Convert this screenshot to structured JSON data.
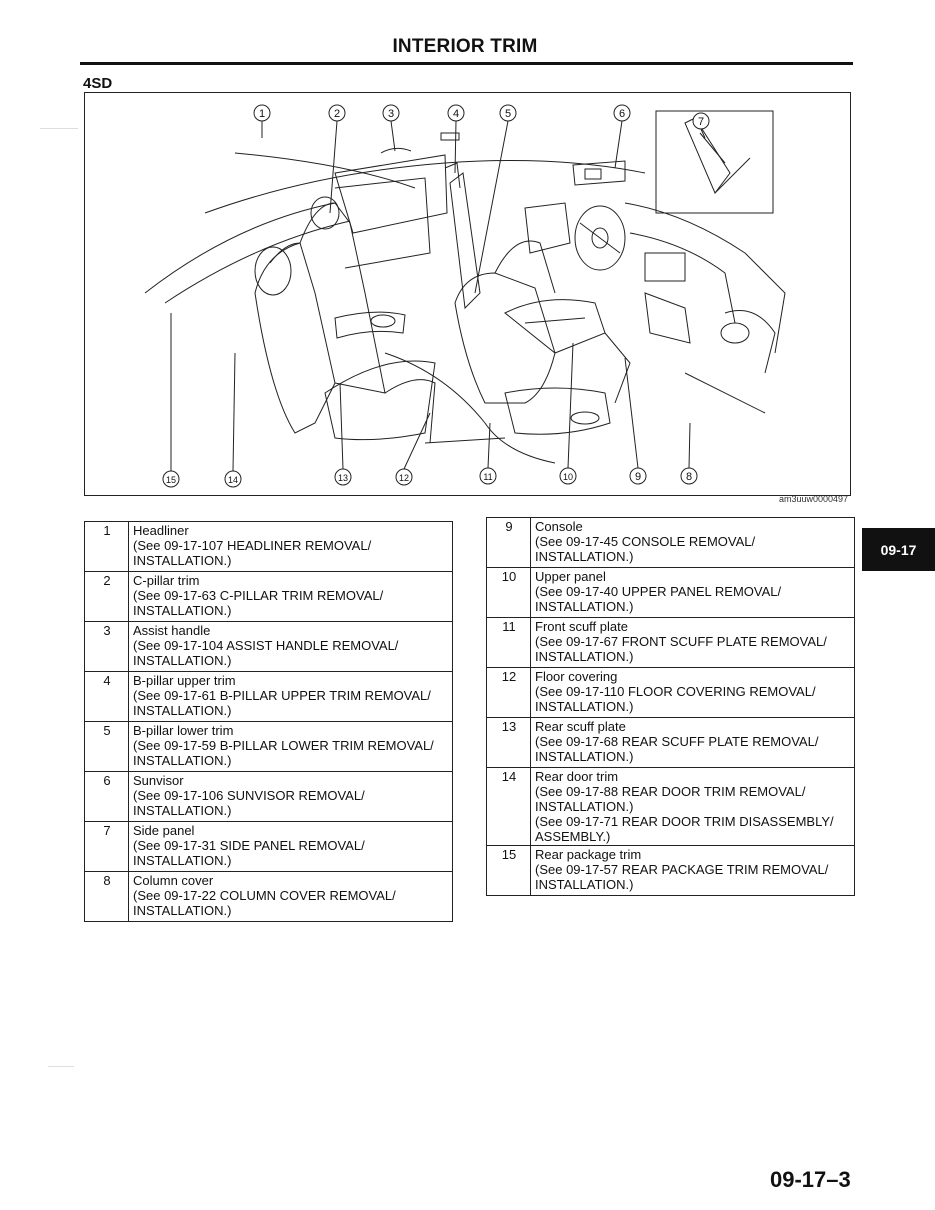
{
  "header": {
    "title": "INTERIOR TRIM"
  },
  "section": {
    "label": "4SD"
  },
  "figure": {
    "code": "am3uuw0000497",
    "callouts_top": [
      "1",
      "2",
      "3",
      "4",
      "5",
      "6",
      "7"
    ],
    "callouts_bottom": [
      "15",
      "14",
      "13",
      "12",
      "11",
      "10",
      "9",
      "8"
    ]
  },
  "parts_left": [
    {
      "num": "1",
      "lines": [
        "Headliner",
        "(See 09-17-107 HEADLINER REMOVAL/",
        "INSTALLATION.)"
      ]
    },
    {
      "num": "2",
      "lines": [
        "C-pillar trim",
        "(See 09-17-63 C-PILLAR TRIM REMOVAL/",
        "INSTALLATION.)"
      ]
    },
    {
      "num": "3",
      "lines": [
        "Assist handle",
        "(See 09-17-104 ASSIST HANDLE REMOVAL/",
        "INSTALLATION.)"
      ]
    },
    {
      "num": "4",
      "lines": [
        "B-pillar upper trim",
        "(See 09-17-61 B-PILLAR UPPER TRIM REMOVAL/",
        "INSTALLATION.)"
      ]
    },
    {
      "num": "5",
      "lines": [
        "B-pillar lower trim",
        "(See 09-17-59 B-PILLAR LOWER TRIM REMOVAL/",
        "INSTALLATION.)"
      ]
    },
    {
      "num": "6",
      "lines": [
        "Sunvisor",
        "(See 09-17-106 SUNVISOR REMOVAL/",
        "INSTALLATION.)"
      ]
    },
    {
      "num": "7",
      "lines": [
        "Side panel",
        "(See 09-17-31 SIDE PANEL REMOVAL/",
        "INSTALLATION.)"
      ]
    },
    {
      "num": "8",
      "lines": [
        "Column cover",
        "(See 09-17-22 COLUMN COVER REMOVAL/",
        "INSTALLATION.)"
      ]
    }
  ],
  "parts_right": [
    {
      "num": "9",
      "lines": [
        "Console",
        "(See 09-17-45 CONSOLE REMOVAL/",
        "INSTALLATION.)"
      ]
    },
    {
      "num": "10",
      "lines": [
        "Upper panel",
        "(See 09-17-40 UPPER PANEL REMOVAL/",
        "INSTALLATION.)"
      ]
    },
    {
      "num": "11",
      "lines": [
        "Front scuff plate",
        "(See 09-17-67 FRONT SCUFF PLATE REMOVAL/",
        "INSTALLATION.)"
      ]
    },
    {
      "num": "12",
      "lines": [
        "Floor covering",
        "(See 09-17-110 FLOOR COVERING REMOVAL/",
        "INSTALLATION.)"
      ]
    },
    {
      "num": "13",
      "lines": [
        "Rear scuff plate",
        "(See 09-17-68 REAR SCUFF PLATE REMOVAL/",
        "INSTALLATION.)"
      ]
    },
    {
      "num": "14",
      "lines": [
        "Rear door trim",
        "(See 09-17-88 REAR DOOR TRIM REMOVAL/",
        "INSTALLATION.)",
        "(See 09-17-71 REAR DOOR TRIM DISASSEMBLY/",
        "ASSEMBLY.)"
      ]
    },
    {
      "num": "15",
      "lines": [
        "Rear package trim",
        "(See 09-17-57 REAR PACKAGE TRIM REMOVAL/",
        "INSTALLATION.)"
      ]
    }
  ],
  "side_tab": {
    "label": "09-17"
  },
  "footer": {
    "page_number": "09-17–3"
  }
}
